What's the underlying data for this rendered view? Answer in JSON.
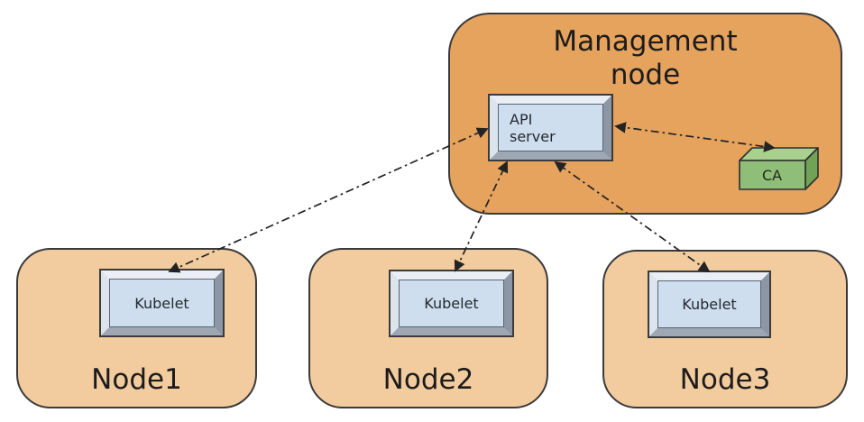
{
  "diagram": {
    "management_node": {
      "title_lines": [
        "Management",
        "node"
      ],
      "api_server_lines": [
        "API",
        "server"
      ],
      "ca_label": "CA"
    },
    "nodes": [
      {
        "label": "Node1",
        "component": "Kubelet"
      },
      {
        "label": "Node2",
        "component": "Kubelet"
      },
      {
        "label": "Node3",
        "component": "Kubelet"
      }
    ],
    "connections": [
      {
        "from": "Kubelet (Node1)",
        "to": "API server",
        "bidirectional": true,
        "style": "dash-dot"
      },
      {
        "from": "Kubelet (Node2)",
        "to": "API server",
        "bidirectional": true,
        "style": "dash-dot"
      },
      {
        "from": "Kubelet (Node3)",
        "to": "API server",
        "bidirectional": true,
        "style": "dash-dot"
      },
      {
        "from": "API server",
        "to": "CA",
        "bidirectional": true,
        "style": "dash-dot"
      }
    ],
    "colors": {
      "management_node_fill": "#E5A35E",
      "node_fill": "#F2CC9E",
      "component_face": "#CFDEEF",
      "bevel_light": "#EAEFF6",
      "bevel_dark": "#8C96A4",
      "ca_front": "#8FBE79",
      "ca_top": "#A9D18E",
      "ca_side": "#70A356",
      "outline": "#3A3A3A",
      "arrow": "#232323"
    }
  }
}
